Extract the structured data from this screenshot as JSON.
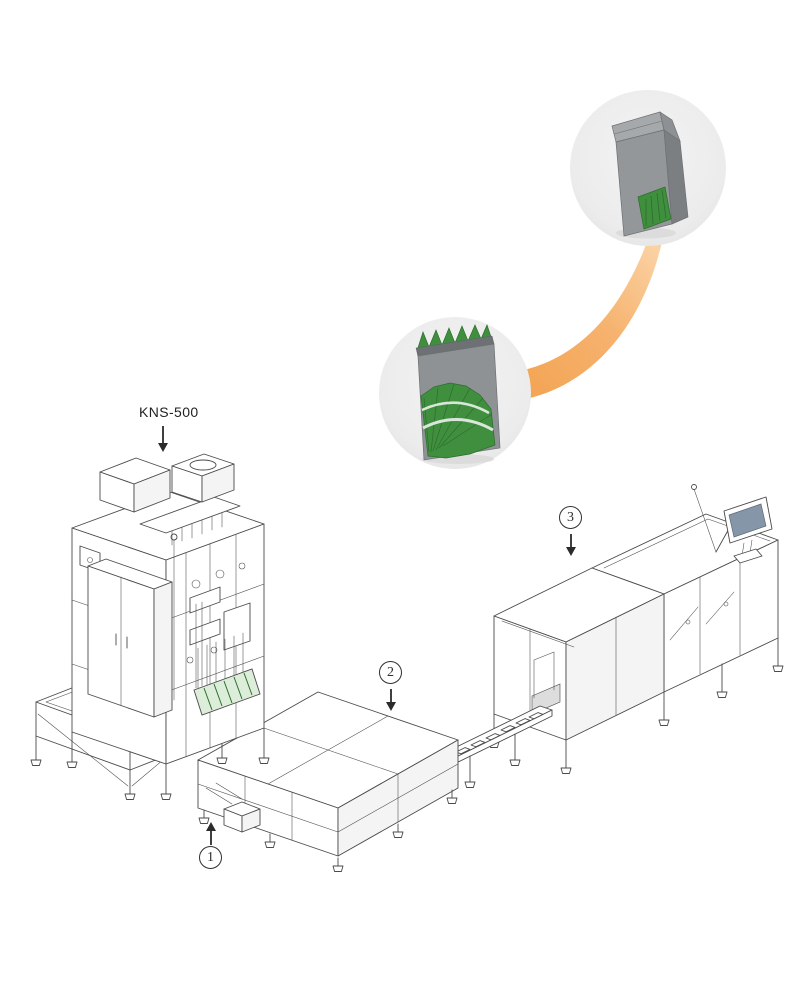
{
  "diagram": {
    "machine_label": "KNS-500",
    "steps": [
      {
        "number": "1"
      },
      {
        "number": "2"
      },
      {
        "number": "3"
      }
    ],
    "icons": {
      "model_pointer": "arrow-down",
      "step_1_pointer": "arrow-up",
      "step_2_pointer": "arrow-down",
      "step_3_pointer": "arrow-down",
      "inset_top": "closed-gusset-pouch",
      "inset_middle": "open-pouch-with-stick-packs",
      "connector": "orange-swoosh"
    },
    "colors": {
      "line": "#4a4a4a",
      "accent_orange": "#f5a95e",
      "pack_green": "#3f8f3f",
      "pouch_gray": "#94979a",
      "inset_background": "#ededed",
      "background": "#ffffff"
    }
  }
}
